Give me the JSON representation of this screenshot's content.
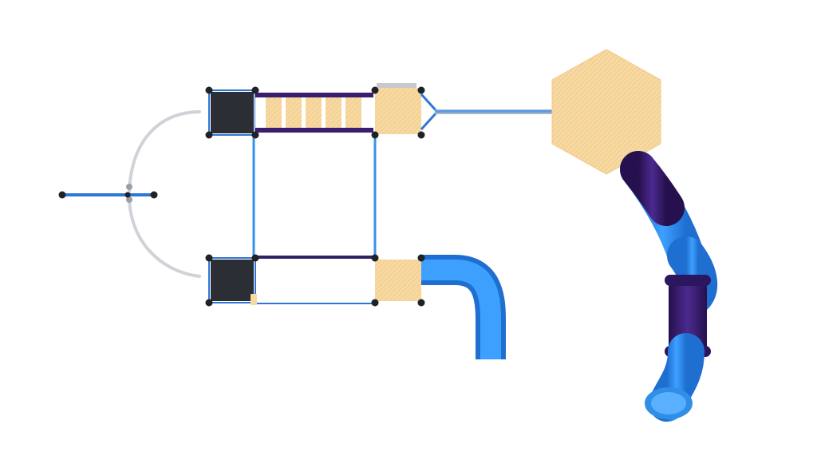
{
  "image": {
    "kind": "top-view playground structure render",
    "colors": {
      "background": "#ffffff",
      "deck_wood": "#f7d9a1",
      "deck_wood_line": "#e7bf7e",
      "dark_panel": "#2b2f35",
      "post": "#1f2227",
      "blue": "#2f8fe6",
      "blue_light": "#5ab0ff",
      "navy": "#2a3c8f",
      "purple": "#3b1d6e",
      "grey_rail": "#cfd3d8"
    }
  },
  "components": {
    "hexagon_roof": {
      "shape": "hexagon",
      "color": "deck_wood"
    },
    "tube_slide": {
      "segments": 6,
      "color": "blue"
    },
    "curved_slide": {
      "color": "blue"
    }
  }
}
